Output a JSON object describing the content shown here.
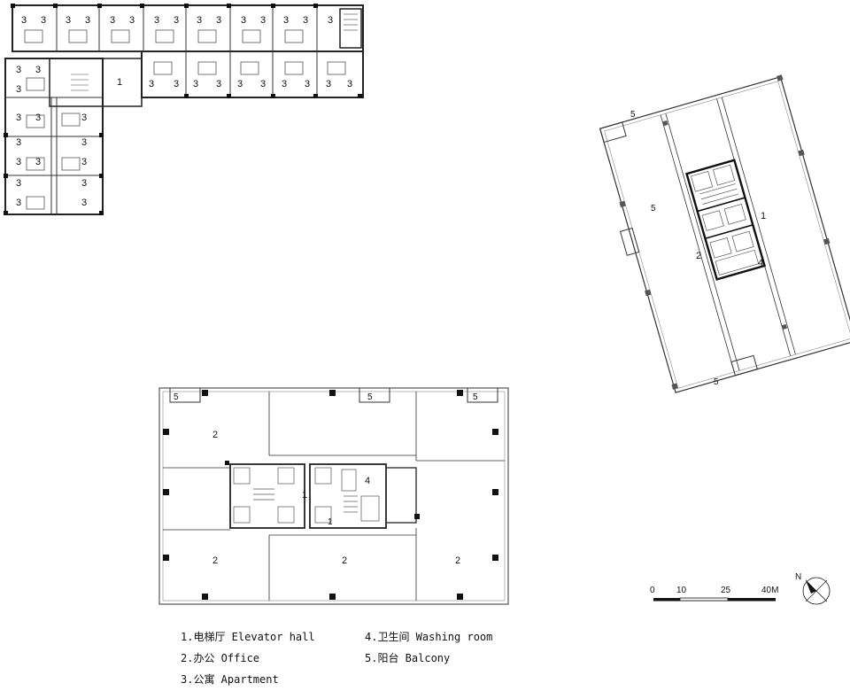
{
  "plans": {
    "apartment_units": [
      "3",
      "3",
      "3",
      "3",
      "3",
      "3",
      "3",
      "3",
      "3",
      "3",
      "3",
      "3",
      "3",
      "3",
      "3",
      "3",
      "3",
      "3",
      "3",
      "3",
      "3",
      "3",
      "3",
      "3",
      "3",
      "3",
      "3",
      "3",
      "3",
      "3",
      "3",
      "3",
      "3",
      "3",
      "3",
      "3",
      "3",
      "3",
      "3",
      "3"
    ],
    "apartment_hall": "1",
    "tilted": {
      "office": "2",
      "hall": "1",
      "washroom": "4",
      "balcony_top": "5",
      "balcony_mid": "5",
      "balcony_bottom": "5"
    },
    "office": {
      "offices": [
        "2",
        "2",
        "2",
        "2"
      ],
      "hall_a": "1",
      "hall_b": "1",
      "washroom": "4",
      "balconies": [
        "5",
        "5",
        "5"
      ]
    }
  },
  "scale_bar": {
    "ticks": [
      "0",
      "10",
      "25",
      "40M"
    ]
  },
  "north_arrow": {
    "label": "N"
  },
  "legend": {
    "items": [
      "1.电梯厅 Elevator hall",
      "2.办公 Office",
      "3.公寓 Apartment",
      "4.卫生间 Washing room",
      "5.阳台 Balcony"
    ]
  }
}
